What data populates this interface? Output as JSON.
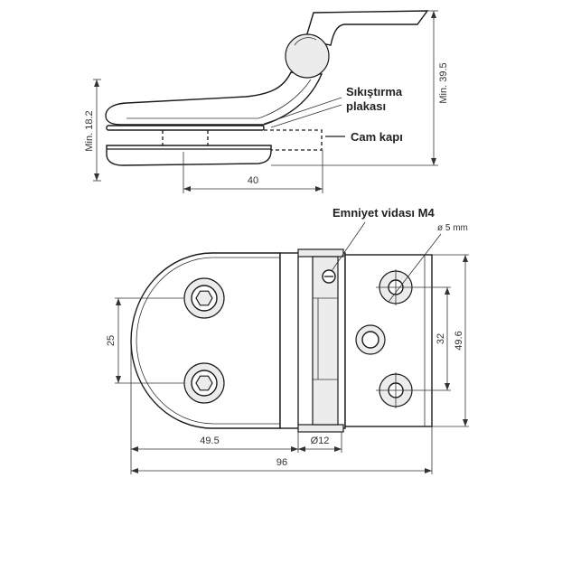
{
  "side_view": {
    "labels": {
      "clamping_plate_line1": "Sıkıştırma",
      "clamping_plate_line2": "plakası",
      "glass_door": "Cam kapı"
    },
    "dimensions": {
      "min_height": "Min. 18.2",
      "min_total_height": "Min. 39.5",
      "depth": "40"
    }
  },
  "front_view": {
    "labels": {
      "safety_screw": "Emniyet vidası M4",
      "hole_diameter": "ø 5 mm"
    },
    "dimensions": {
      "left_hole_spacing": "25",
      "right_hole_spacing": "32",
      "leaf_height": "49.6",
      "left_leaf_width": "49.5",
      "knuckle_diameter": "Ø12",
      "total_width": "96"
    }
  }
}
